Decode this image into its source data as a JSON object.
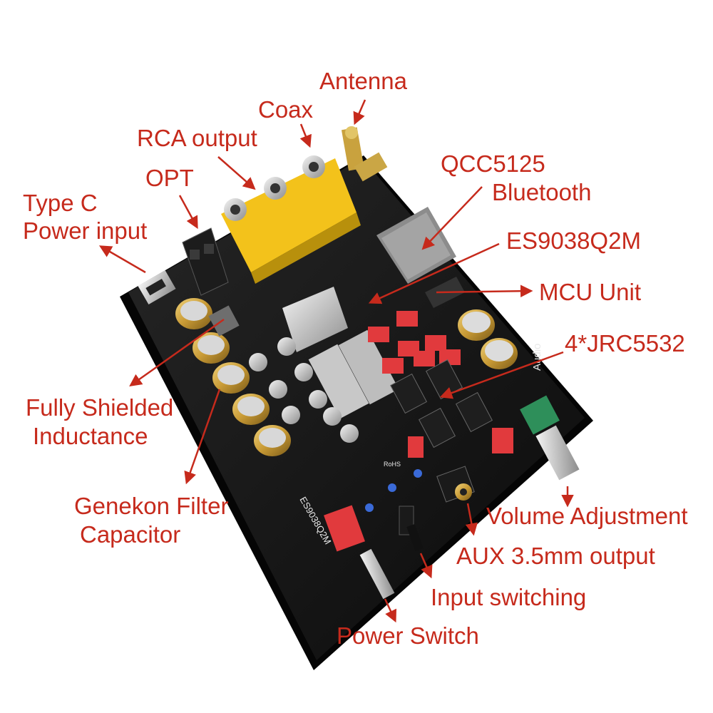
{
  "colors": {
    "label_red": "#c62a1c",
    "pcb": "#141414",
    "rca_yellow": "#f3c21b",
    "capacitor_gold": "#c89a35",
    "relay_red": "#e13a3d",
    "knob_green": "#2e8f5a"
  },
  "labels": {
    "antenna": "Antenna",
    "coax": "Coax",
    "rca_output": "RCA output",
    "opt": "OPT",
    "type_c_line1": "Type C",
    "type_c_line2": "Power input",
    "qcc_line1": "QCC5125",
    "qcc_line2": "Bluetooth",
    "es9038": "ES9038Q2M",
    "mcu": "MCU Unit",
    "jrc": "4*JRC5532",
    "inductance_line1": "Fully Shielded",
    "inductance_line2": "Inductance",
    "genekon_line1": "Genekon Filter",
    "genekon_line2": "Capacitor",
    "volume": "Volume Adjustment",
    "aux": "AUX 3.5mm output",
    "input_switching": "Input switching",
    "power_switch": "Power Switch"
  },
  "board_markings": {
    "model": "ES9038Q2M",
    "brand": "Audio",
    "rohs": "RoHS"
  }
}
